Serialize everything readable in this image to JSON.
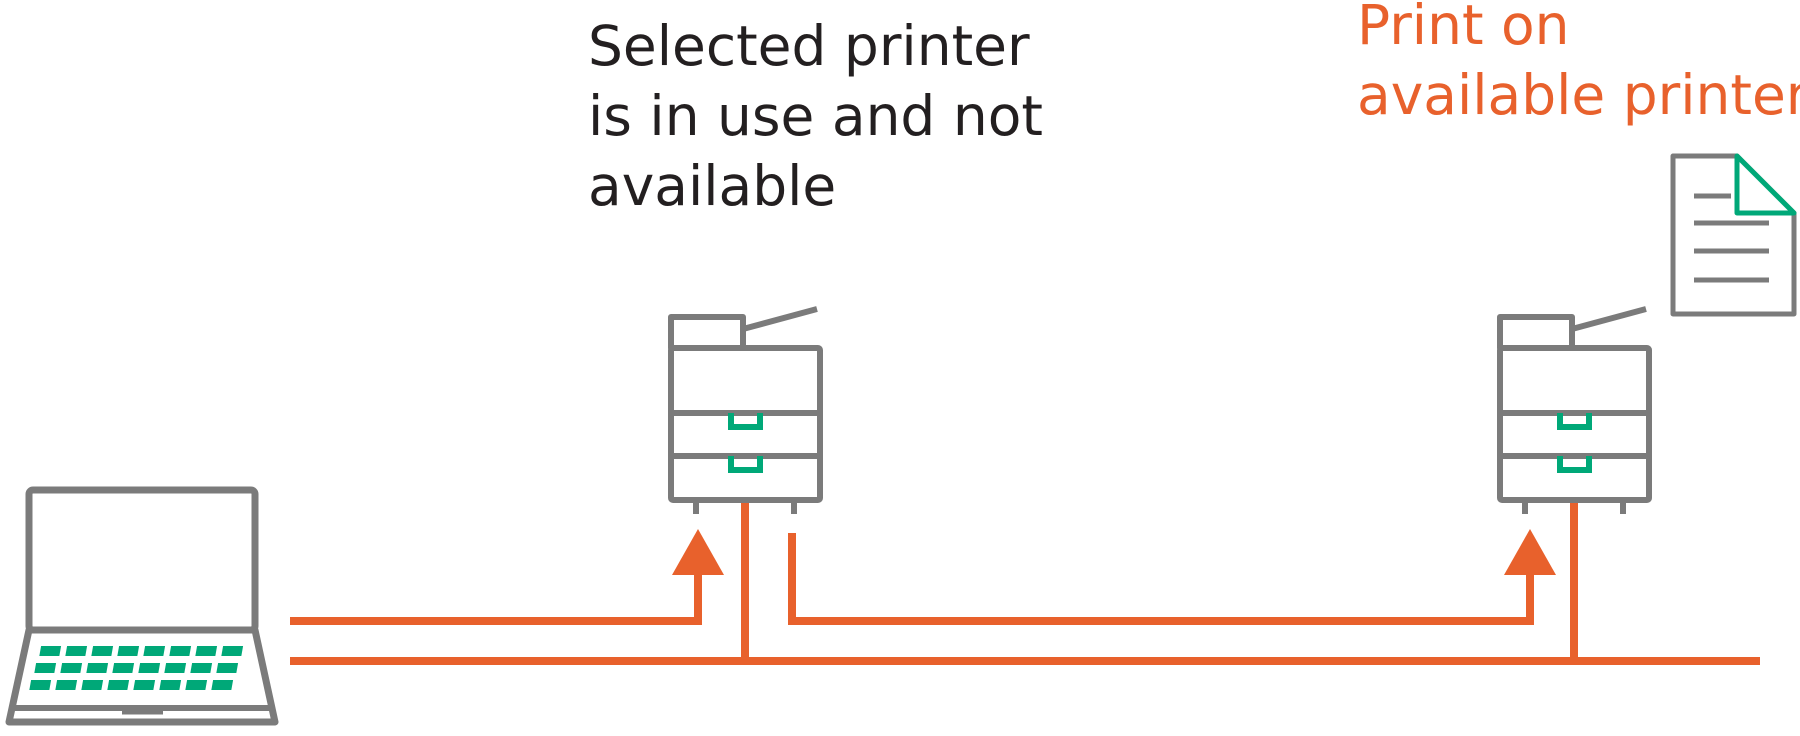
{
  "labels": {
    "selected_printer": {
      "lines": [
        "Selected printer",
        "is in use and not",
        "available"
      ]
    },
    "print_on_available": {
      "lines": [
        "Print on",
        "available printer"
      ]
    }
  },
  "nodes": {
    "laptop": {
      "icon": "laptop-icon"
    },
    "printer_busy": {
      "icon": "printer-icon",
      "state": "in use"
    },
    "printer_available": {
      "icon": "printer-icon",
      "state": "available"
    },
    "document": {
      "icon": "document-icon"
    }
  },
  "colors": {
    "network_line": "#e8612c",
    "device_outline": "#7b7b7b",
    "accent_green": "#00a878",
    "text_dark": "#231f20",
    "text_accent": "#e8612c"
  }
}
